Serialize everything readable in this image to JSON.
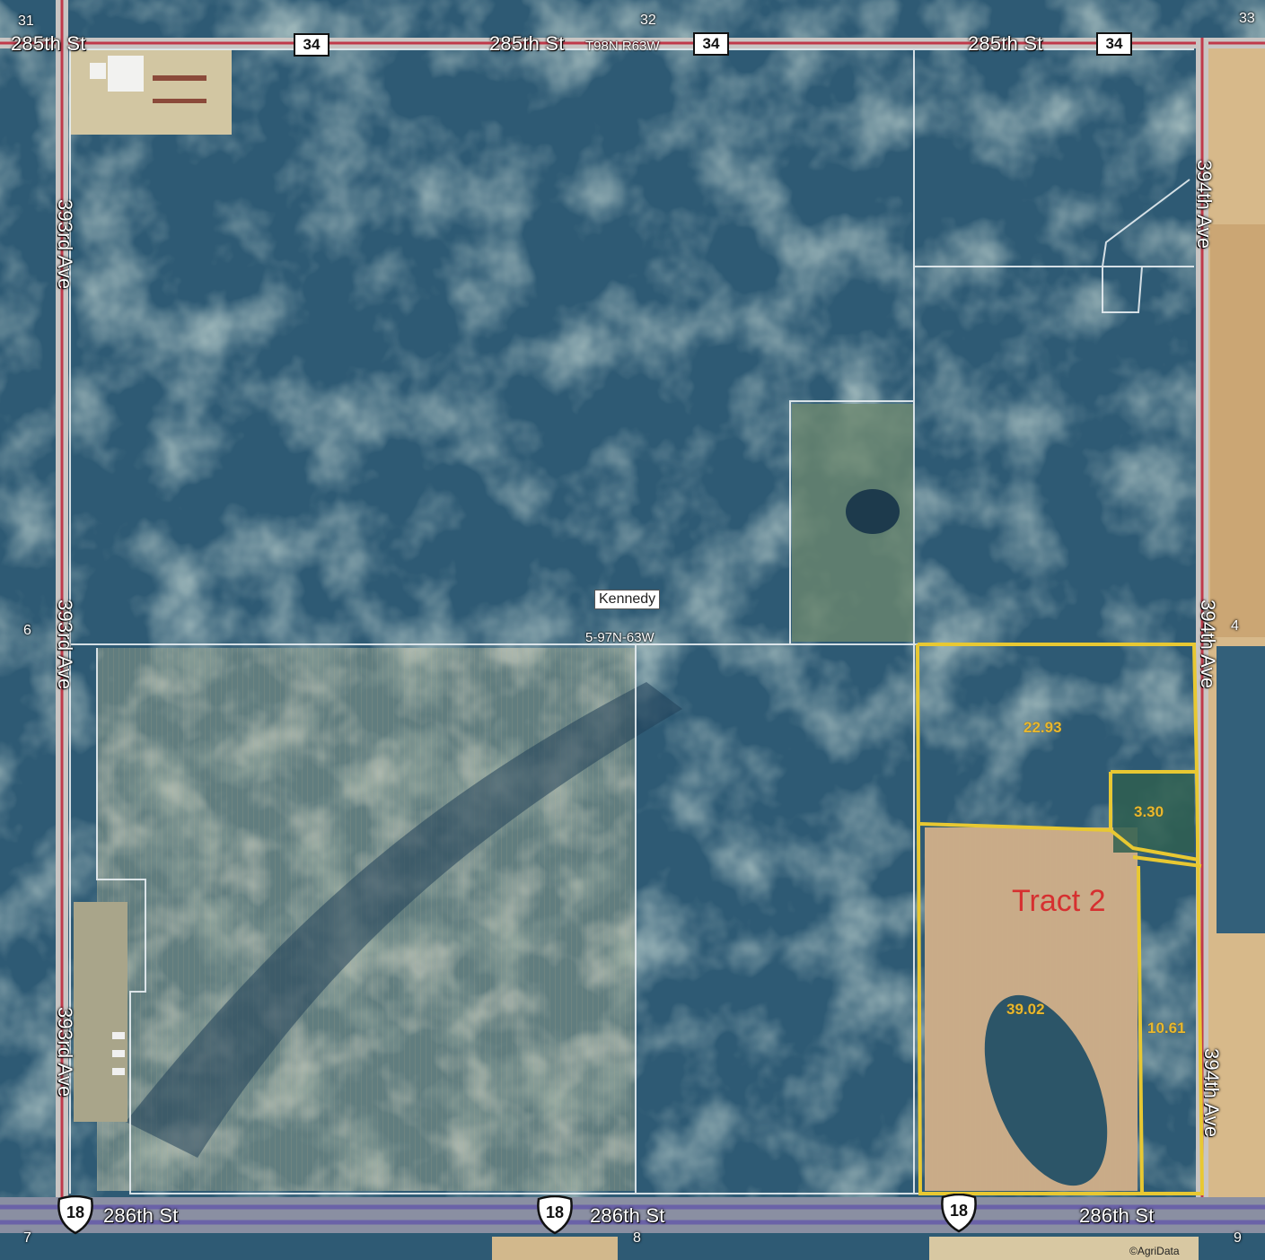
{
  "roads": {
    "north": {
      "left": "285th St",
      "center": "285th St",
      "right": "285th St"
    },
    "south": {
      "left": "286th St",
      "center": "286th St",
      "right": "286th St"
    },
    "west": {
      "upper": "393rd Ave",
      "middle": "393rd Ave",
      "lower": "393rd Ave"
    },
    "east": {
      "upper": "394th Ave",
      "middle": "394th Ave",
      "lower": "394th Ave"
    }
  },
  "highways": {
    "state_route": {
      "left": "34",
      "center": "34",
      "right": "34"
    },
    "us_route": {
      "left": "18",
      "center": "18",
      "right": "18"
    }
  },
  "sections": {
    "nw_corner": "31",
    "north": "32",
    "ne_corner": "33",
    "west": "6",
    "east": "4",
    "sw_corner": "7",
    "south": "8",
    "se_corner": "9"
  },
  "plss": {
    "township_range": "T98N R63W",
    "section_label": "5-97N-63W"
  },
  "place_name": "Kennedy",
  "tract": {
    "name": "Tract 2",
    "acres": [
      "22.93",
      "3.30",
      "39.02",
      "10.61"
    ],
    "outline_color": "#e8c832"
  },
  "copyright": "©AgriData"
}
